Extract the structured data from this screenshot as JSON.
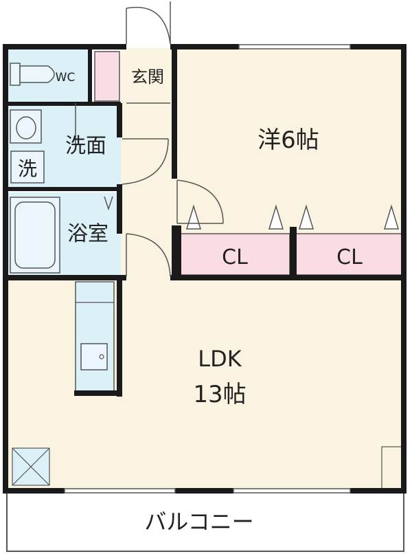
{
  "rooms": {
    "wc": "WC",
    "genkan": "玄関",
    "western_room": "洋6帖",
    "wash_station": "洗",
    "washroom": "洗面",
    "bathroom": "浴室",
    "closet_1": "CL",
    "closet_2": "CL",
    "ldk_name": "LDK",
    "ldk_size": "13帖",
    "balcony": "バルコニー"
  },
  "colors": {
    "floor": "#fbf3e1",
    "wet_area": "#dcf0f8",
    "closet": "#f9dde3",
    "wall": "#1a1a1a",
    "balcony": "#ffffff"
  }
}
